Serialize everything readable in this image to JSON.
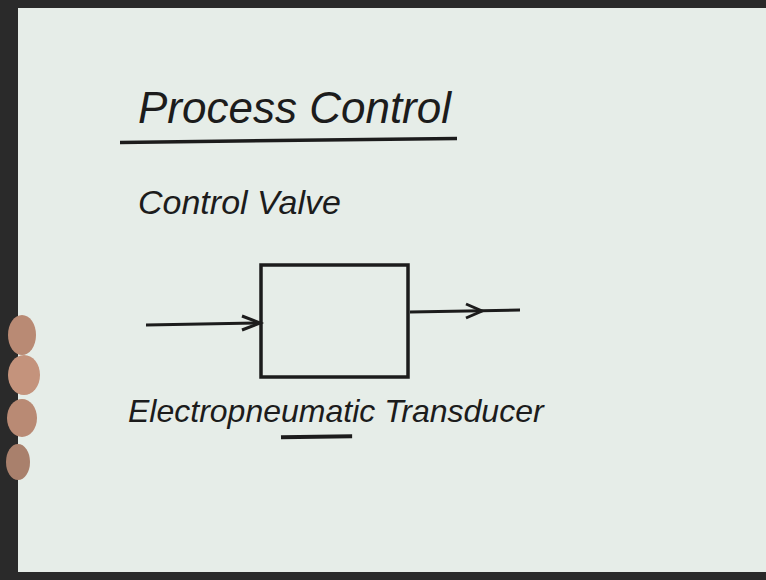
{
  "diagram": {
    "title": "Process Control",
    "labels": [
      "Control Valve",
      "Electropneumatic Transducer"
    ]
  }
}
